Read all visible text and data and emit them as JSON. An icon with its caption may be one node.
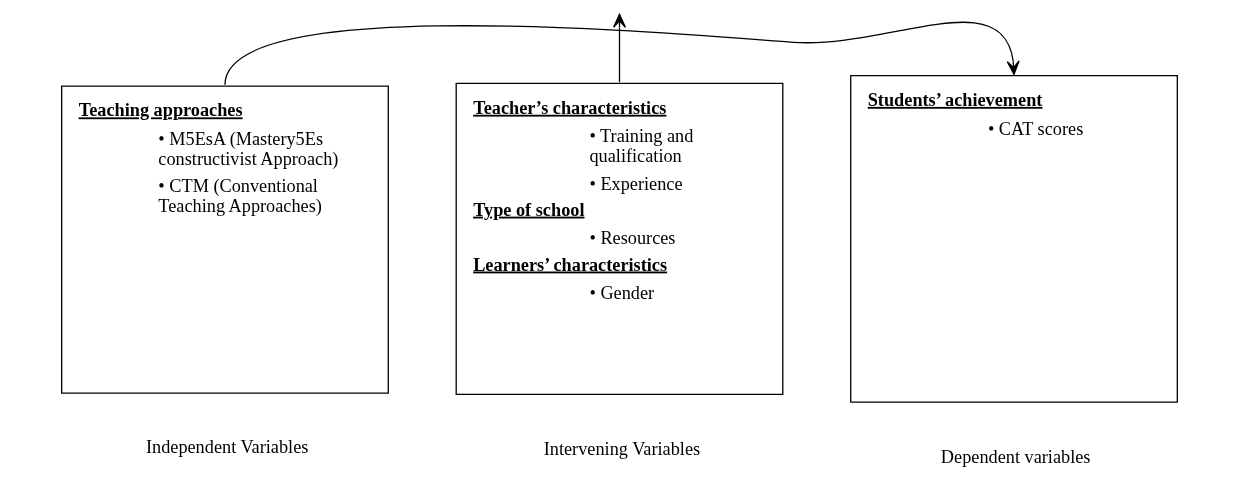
{
  "diagram": {
    "nodes": [
      {
        "text": [
          "Teaching approaches",
          "• M5EsA (Mastery5Es constructivist Approach)",
          "• CTM (Conventional Teaching Approaches)"
        ],
        "beside": [
          "Independent Variables"
        ]
      },
      {
        "text": [
          "Teacher’s characteristics",
          "• Training and qualification",
          "• Experience",
          "Type of school",
          "• Resources",
          "Learners’ characteristics",
          "• Gender"
        ],
        "beside": [
          "Intervening Variables"
        ]
      },
      {
        "text": [
          "Students’ achievement",
          "• CAT scores"
        ],
        "beside": [
          "Dependent variables"
        ]
      }
    ],
    "edges": [
      {
        "from": 0,
        "to": 2,
        "arrow": "to"
      },
      {
        "from": 1,
        "to": null,
        "arrow": "to"
      }
    ]
  }
}
